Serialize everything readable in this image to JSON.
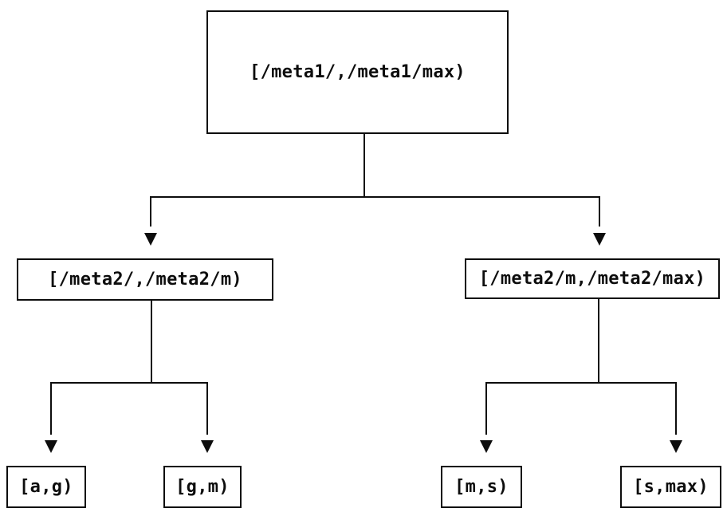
{
  "diagram": {
    "type": "interval-partition-tree",
    "colors": {
      "background": "#ffffff",
      "line": "#0d0d0d",
      "text": "#0d0d0d"
    },
    "nodes": {
      "root": {
        "label": "[/meta1/,/meta1/max)"
      },
      "left": {
        "label": "[/meta2/,/meta2/m)"
      },
      "right": {
        "label": "[/meta2/m,/meta2/max)"
      },
      "leaf_ag": {
        "label": "[a,g)"
      },
      "leaf_gm": {
        "label": "[g,m)"
      },
      "leaf_ms": {
        "label": "[m,s)"
      },
      "leaf_smax": {
        "label": "[s,max)"
      }
    },
    "edges": [
      {
        "from": "root",
        "to": "left"
      },
      {
        "from": "root",
        "to": "right"
      },
      {
        "from": "left",
        "to": "leaf_ag"
      },
      {
        "from": "left",
        "to": "leaf_gm"
      },
      {
        "from": "right",
        "to": "leaf_ms"
      },
      {
        "from": "right",
        "to": "leaf_smax"
      }
    ]
  }
}
